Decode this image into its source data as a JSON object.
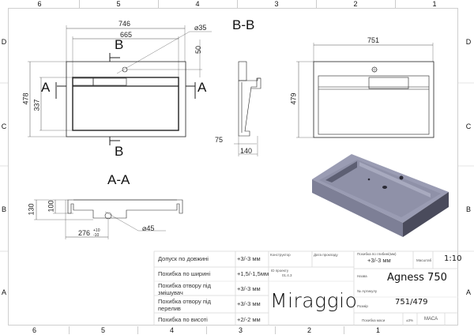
{
  "zones": {
    "columns": [
      "6",
      "5",
      "4",
      "3",
      "2",
      "1"
    ],
    "rows": [
      "D",
      "C",
      "B",
      "A"
    ]
  },
  "views": {
    "top_view": {
      "dims": {
        "overall_width": "746",
        "bowl_width": "665",
        "hole_diameter": "⌀35",
        "hole_offset": "50",
        "overall_depth": "478",
        "bowl_depth": "337"
      },
      "section_marks": {
        "b_top": "B",
        "b_bottom": "B",
        "a_left": "A",
        "a_right": "A"
      }
    },
    "section_bb": {
      "title": "B-B",
      "dims": {
        "depth_offset": "75",
        "thickness": "140"
      }
    },
    "back_view": {
      "dims": {
        "width": "751",
        "depth": "479"
      }
    },
    "section_aa": {
      "title": "A-A",
      "dims": {
        "height_total": "130",
        "height_bowl": "100",
        "drain_offset": "276",
        "tol_plus": "+10",
        "tol_minus": "-10",
        "drain_diameter": "⌀45"
      }
    }
  },
  "iso_view": {
    "colors": {
      "top": "#9a9cb3",
      "side": "#6e7087",
      "dark": "#4a4b5c"
    }
  },
  "title_block": {
    "tolerances": [
      {
        "label": "Допуск по довжині",
        "value": "+3/-3 мм"
      },
      {
        "label": "Похибка по ширині",
        "value": "+1,5/-1,5мм"
      },
      {
        "label": "Похибка отвору під змішувач",
        "value": "+3/-3 мм"
      },
      {
        "label": "Похибка отвору під перелив",
        "value": "+3/-3 мм"
      },
      {
        "label": "Похибка по висоті",
        "value": "+2/-2 мм"
      }
    ],
    "designer_label": "Конструктор",
    "date_label": "Дата прокладу",
    "project_id_label": "ID проекту",
    "project_id_value": "01.4.3",
    "brand": "Miraggio",
    "depth_tol_label": "Похибка по глибині(мм)",
    "depth_tol_value": "+3/-3 мм",
    "scale_label": "Масштаб",
    "scale_value": "1:10",
    "name_label": "Назва",
    "name_value": "Agness 750",
    "article_label": "№ Артикулу",
    "size_label": "Розмір",
    "size_value": "751/479",
    "mass_tol_label": "Похибка маси",
    "mass_tol_value": "±3%",
    "mass_label": "МАСА"
  }
}
